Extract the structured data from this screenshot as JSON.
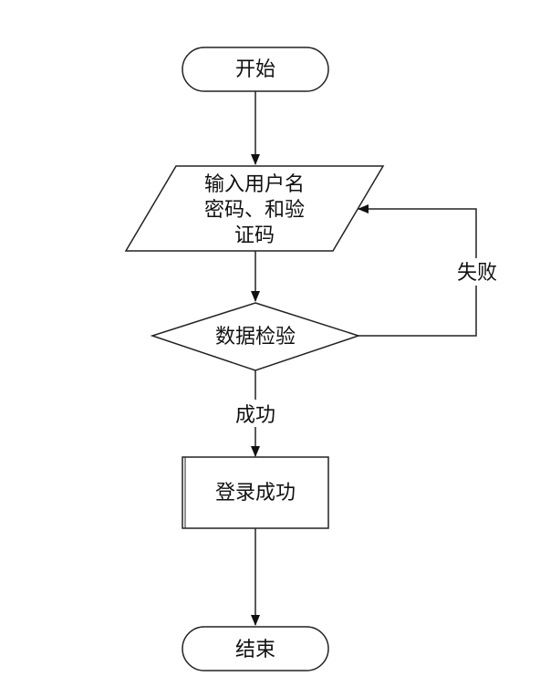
{
  "diagram": {
    "start": "开始",
    "input_lines": [
      "输入用户名",
      "密码、和验",
      "证码"
    ],
    "check": "数据检验",
    "fail_label": "失败",
    "success_label": "成功",
    "login": "登录成功",
    "end": "结束"
  }
}
